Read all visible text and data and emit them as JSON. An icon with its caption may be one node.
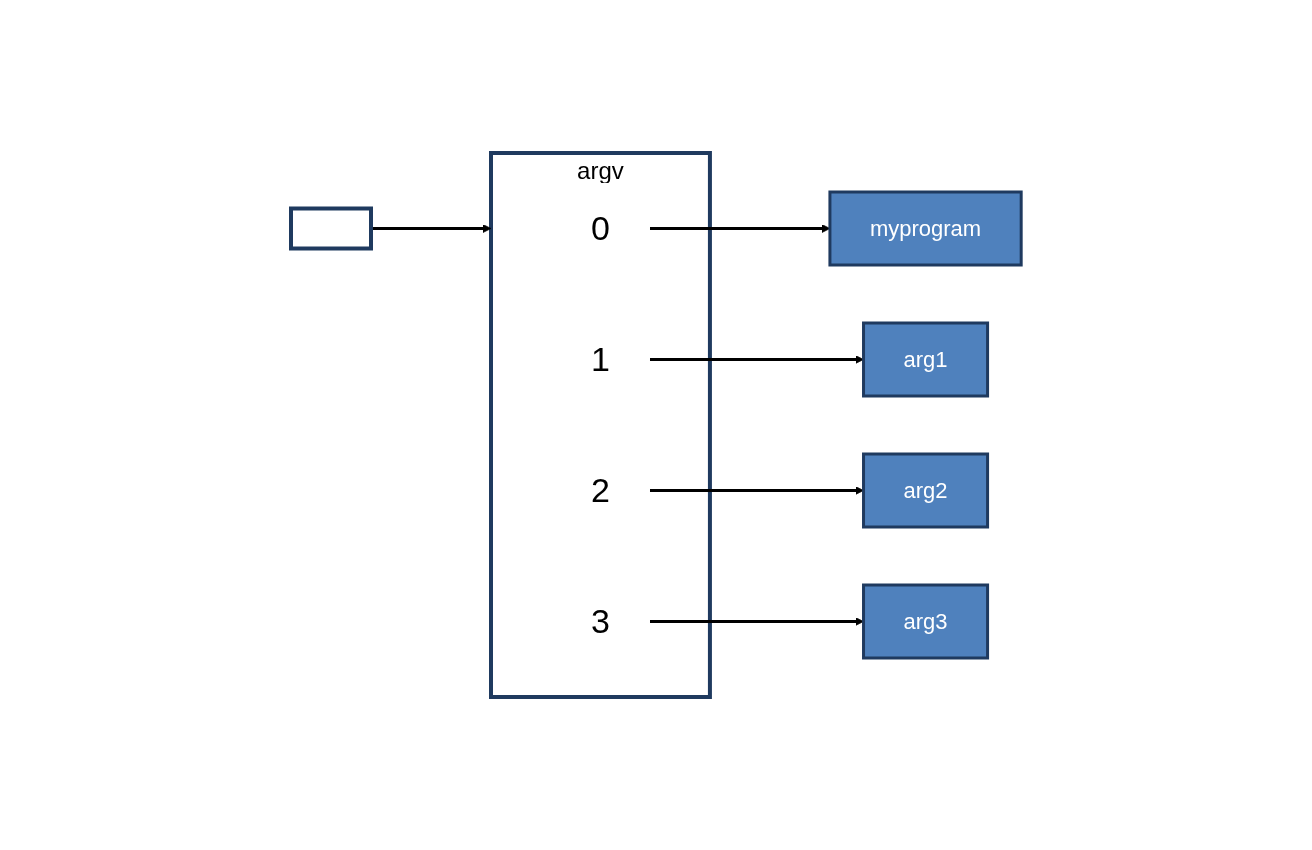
{
  "diagram": {
    "nodes": [
      {
        "text": [],
        "shape": "box"
      },
      {
        "text": [
          "argv"
        ]
      },
      {
        "text": [
          "0"
        ],
        "in": 1
      },
      {
        "text": [
          "1"
        ],
        "in": 1
      },
      {
        "text": [
          "2"
        ],
        "in": 1
      },
      {
        "text": [
          "3"
        ],
        "in": 1
      },
      {
        "text": [
          "myprogram"
        ]
      },
      {
        "text": [
          "arg1"
        ]
      },
      {
        "text": [
          "arg2"
        ]
      },
      {
        "text": [
          "arg3"
        ]
      }
    ],
    "edges": [
      {
        "from": 0,
        "to": 1,
        "arrow": "to"
      },
      {
        "from": 2,
        "to": 6,
        "arrow": "to"
      },
      {
        "from": 3,
        "to": 7,
        "arrow": "to"
      },
      {
        "from": 4,
        "to": 8,
        "arrow": "to"
      },
      {
        "from": 5,
        "to": 9,
        "arrow": "to"
      }
    ]
  }
}
